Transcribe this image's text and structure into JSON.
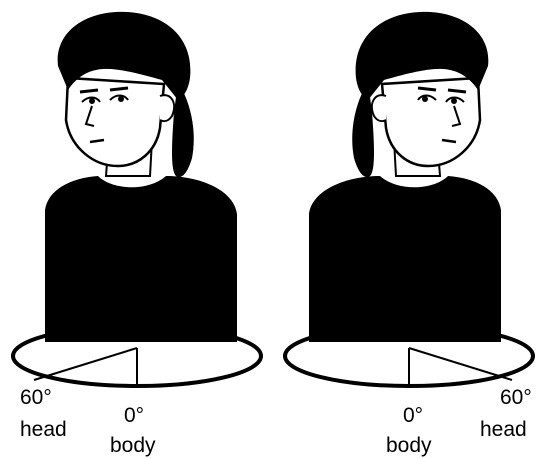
{
  "left_figure": {
    "head_angle": "60°",
    "head_label": "head",
    "body_angle": "0°",
    "body_label": "body"
  },
  "right_figure": {
    "head_angle": "60°",
    "head_label": "head",
    "body_angle": "0°",
    "body_label": "body"
  },
  "colors": {
    "ink": "#000000",
    "paper": "#ffffff"
  }
}
